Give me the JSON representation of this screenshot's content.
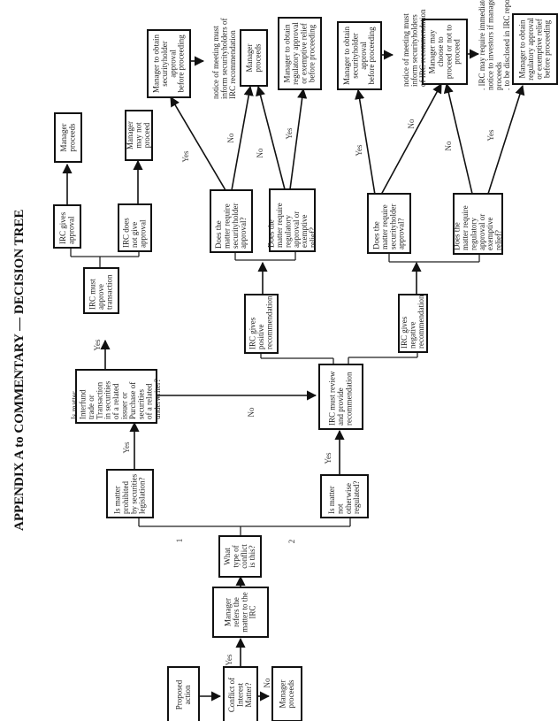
{
  "title": "APPENDIX A to COMMENTARY — DECISION TREE",
  "nodes": {
    "proposed_action": [
      "Proposed",
      "action"
    ],
    "conflict_matter": [
      "Conflict of",
      "Interest",
      "Matter?"
    ],
    "manager_proceeds_no_conflict": [
      "Manager",
      "proceeds"
    ],
    "manager_refers": [
      "Manager",
      "refers the",
      "matter to the",
      "IRC"
    ],
    "what_type": [
      "What",
      "type of",
      "conflict",
      "is this?"
    ],
    "prohibited": [
      "Is matter",
      "prohibited",
      "by securities",
      "legislation?"
    ],
    "interfund": [
      "Is matter",
      "  Interfund",
      "trade or",
      "  Transaction",
      "in securities",
      "of a related",
      "issuer or",
      "  Purchase of",
      "securities",
      "of a related",
      "underwriter?"
    ],
    "irc_must_approve": [
      "IRC must",
      "approve",
      "transaction"
    ],
    "irc_gives_approval": [
      "IRC gives",
      "approval"
    ],
    "irc_not_approval": [
      "IRC does",
      "not give",
      "approval"
    ],
    "manager_proceeds_approved": [
      "Manager",
      "proceeds"
    ],
    "manager_may_not": [
      "Manager",
      "may not",
      "proceed"
    ],
    "not_otherwise": [
      "Is matter",
      "not",
      "otherwise",
      "regulated?"
    ],
    "irc_review": [
      "IRC must review",
      "and provide",
      "recommendation"
    ],
    "irc_positive": [
      "IRC gives",
      "positive",
      "recommendation"
    ],
    "irc_negative": [
      "IRC gives",
      "negative",
      "recommendation"
    ],
    "pos_security_q": [
      "Does the",
      "matter require",
      "securityholder",
      "approval?"
    ],
    "pos_regulatory_q": [
      "Does the",
      "matter require",
      "regulatory",
      "approval or",
      "exemptive",
      "relief?"
    ],
    "neg_security_q": [
      "Does the",
      "matter require",
      "securityholder",
      "approval?"
    ],
    "neg_regulatory_q": [
      "Does the",
      "matter require",
      "regulatory",
      "approval or",
      "exemptive",
      "relief?"
    ],
    "pos_obtain_security": [
      "Manager to obtain",
      "securityholder",
      "approval",
      "before proceeding"
    ],
    "pos_manager_proceeds": [
      "Manager",
      "proceeds"
    ],
    "pos_obtain_regulatory": [
      "Manager to obtain",
      "regulatory approval",
      "or exemptive relief",
      "before proceeding"
    ],
    "neg_obtain_security": [
      "Manager to obtain",
      "securityholder",
      "approval",
      "before proceeding"
    ],
    "neg_manager_may_choose": [
      "Manager may",
      "choose to",
      "proceed or not to",
      "proceed"
    ],
    "neg_obtain_regulatory": [
      "Manager to obtain",
      "regulatory approval",
      "or exemptive relief",
      "before proceeding"
    ]
  },
  "notes": {
    "pos_notice": [
      "notice of meeting must",
      "inform securityholders of",
      "IRC recommendation"
    ],
    "neg_notice": [
      "notice of meeting must",
      "inform securityholders",
      "of IRC recommendation"
    ],
    "neg_irc_may_require": [
      ". IRC may require immediate",
      "notice to investors if manager",
      "proceeds",
      ". to be disclosed in IRC report"
    ]
  },
  "labels": {
    "yes": "Yes",
    "no": "No",
    "branch_1": "1",
    "branch_2": "2"
  }
}
